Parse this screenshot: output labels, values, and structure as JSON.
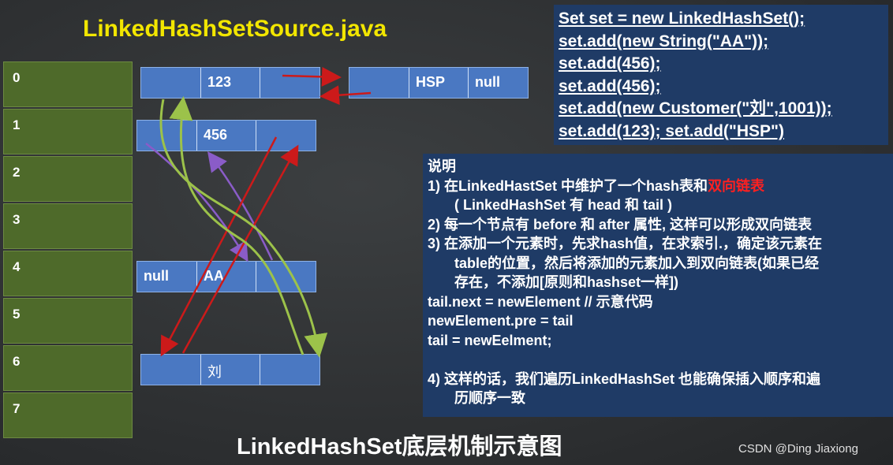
{
  "title": "LinkedHashSetSource.java",
  "table": {
    "indices": [
      "0",
      "1",
      "2",
      "3",
      "4",
      "5",
      "6",
      "7"
    ]
  },
  "nodes": {
    "n123": {
      "value": "123"
    },
    "nhsp": {
      "value": "HSP",
      "after": "null"
    },
    "n456": {
      "value": "456"
    },
    "naa": {
      "before": "null",
      "value": "AA"
    },
    "nliu": {
      "value": "刘"
    }
  },
  "code": {
    "lines": [
      "Set set = new LinkedHashSet();",
      "set.add(new String(\"AA\"));",
      "set.add(456);",
      "set.add(456);",
      "set.add(new Customer(\"刘\",1001));",
      "set.add(123); set.add(\"HSP\")"
    ]
  },
  "explanation": {
    "heading": "说明",
    "p1_a": "1)  在LinkedHastSet 中维护了一个hash表和",
    "p1_red": "双向链表",
    "p1_b": "( LinkedHashSet 有 head 和 tail )",
    "p2": "2)  每一个节点有 before 和 after 属性, 这样可以形成双向链表",
    "p3_a": "3)  在添加一个元素时，先求hash值，在求索引.，确定该元素在",
    "p3_b": "table的位置，然后将添加的元素加入到双向链表(如果已经",
    "p3_c": "存在，不添加[原则和hashset一样])",
    "code1": "tail.next = newElement // 示意代码",
    "code2": "newElement.pre = tail",
    "code3": "tail = newEelment;",
    "p4_a": "4)  这样的话，我们遍历LinkedHashSet 也能确保插入顺序和遍",
    "p4_b": "历顺序一致"
  },
  "caption": "LinkedHashSet底层机制示意图",
  "watermark": "CSDN @Ding Jiaxiong",
  "colors": {
    "title": "#f2e600",
    "table_cell": "#4e6a2a",
    "node": "#4a78c2",
    "panel": "#1f3b66",
    "arrow_red": "#cc1a1a",
    "arrow_green": "#9cc24a",
    "arrow_purple": "#8a5cc8",
    "highlight": "#ff2020"
  }
}
